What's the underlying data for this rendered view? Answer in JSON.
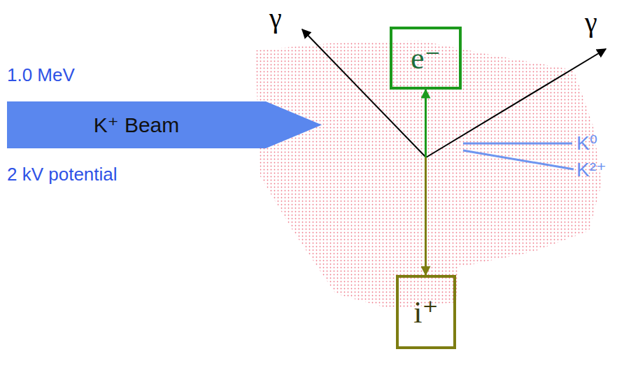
{
  "diagram": {
    "nodes": [
      {
        "text": [
          "K⁺ Beam"
        ]
      },
      {
        "text": [
          "e⁻"
        ]
      },
      {
        "text": [
          "i⁺"
        ]
      }
    ],
    "edges": [
      {
        "from": 1,
        "to": 2,
        "arrow": "both"
      }
    ],
    "labels": [
      "1.0 MeV",
      "2 kV potential",
      "γ",
      "γ",
      "K⁰",
      "K²⁺"
    ]
  }
}
